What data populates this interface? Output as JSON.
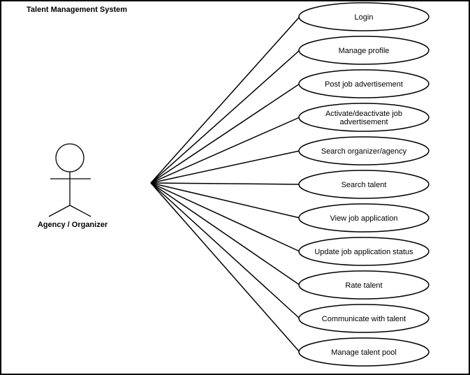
{
  "diagram": {
    "title": "Talent Management System",
    "actor": {
      "label": "Agency / Organizer"
    },
    "use_cases": [
      {
        "lines": [
          "Login"
        ]
      },
      {
        "lines": [
          "Manage profile"
        ]
      },
      {
        "lines": [
          "Post job advertisement"
        ]
      },
      {
        "lines": [
          "Activate/deactivate job",
          "advertisement"
        ]
      },
      {
        "lines": [
          "Search organizer/agency"
        ]
      },
      {
        "lines": [
          "Search talent"
        ]
      },
      {
        "lines": [
          "View job application"
        ]
      },
      {
        "lines": [
          "Update job application status"
        ]
      },
      {
        "lines": [
          "Rate talent"
        ]
      },
      {
        "lines": [
          "Communicate with talent"
        ]
      },
      {
        "lines": [
          "Manage talent pool"
        ]
      }
    ],
    "colors": {
      "stroke": "#000000",
      "background": "#ffffff"
    }
  }
}
